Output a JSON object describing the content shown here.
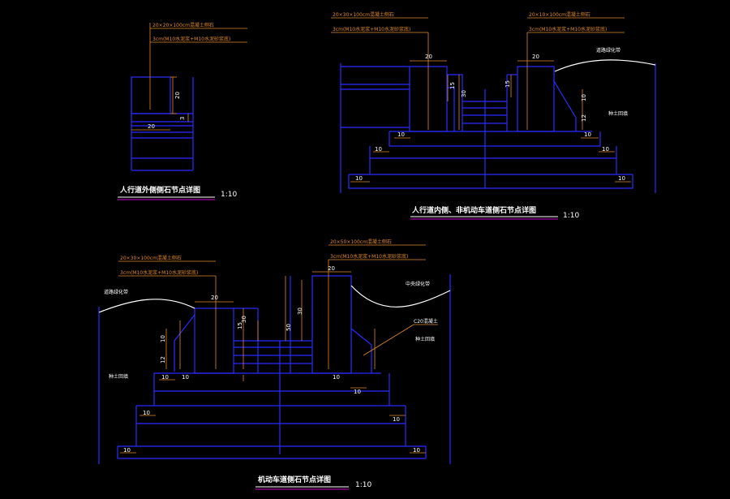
{
  "colors": {
    "background": "#000000",
    "structure": "#2b2bff",
    "dimension": "#e08a2a",
    "text": "#ffffff",
    "ground": "#ffffff",
    "underline_white": "#ffffff",
    "underline_magenta": "#d100d1"
  },
  "detail_a": {
    "annotation_1": "20×20×100cm混凝土侧石",
    "annotation_2": "3cm(M10水泥浆+M10水泥砂浆底)",
    "dim_width": "20",
    "dim_height": "20",
    "dim_small": "3",
    "title": "人行道外侧侧石节点详图",
    "scale": "1:10"
  },
  "detail_b": {
    "annotation_left_1": "20×30×100cm混凝土侧石",
    "annotation_left_2": "3cm(M10水泥浆+M10水泥砂浆底)",
    "annotation_right_1": "20×10×100cm混凝土侧石",
    "annotation_right_2": "3cm(M10水泥浆+M10水泥砂浆底)",
    "dim_left_width": "20",
    "dim_right_width": "20",
    "dim_15_left": "15",
    "dim_30": "30",
    "dim_15_right": "15",
    "dim_10_a": "10",
    "dim_12": "12",
    "dim_10_base_left": "10",
    "dim_10_base_right": "10",
    "dim_10_mid_left": "10",
    "dim_10_mid_right": "10",
    "dim_10_bottom_left": "10",
    "dim_10_bottom_right": "10",
    "label_greenbelt": "道路绿化带",
    "label_soil": "种土回填",
    "title": "人行道内侧、非机动车道侧石节点详图",
    "scale": "1:10"
  },
  "detail_c": {
    "annotation_left_1": "20×30×100cm混凝土侧石",
    "annotation_left_2": "3cm(M10水泥浆+M10水泥砂浆底)",
    "annotation_right_1": "20×50×100cm混凝土侧石",
    "annotation_right_2": "3cm(M10水泥浆+M10水泥砂浆底)",
    "dim_left_width": "20",
    "dim_right_width": "20",
    "dim_30_left": "30",
    "dim_15": "15",
    "dim_30_mid": "30",
    "dim_50": "50",
    "dim_12": "12",
    "dim_10": "10",
    "dim_10_base_1": "10",
    "dim_10_base_2": "10",
    "dim_10_base_3": "10",
    "dim_10_base_4": "10",
    "dim_10_mid_left": "10",
    "dim_10_mid_right": "10",
    "dim_10_bottom_left": "10",
    "dim_10_bottom_right": "10",
    "label_greenbelt_left": "道路绿化带",
    "label_greenbelt_right": "中央绿化带",
    "label_soil": "种土回填",
    "label_concrete": "C20混凝土",
    "label_backfill": "种土回填",
    "title": "机动车道侧石节点详图",
    "scale": "1:10"
  }
}
